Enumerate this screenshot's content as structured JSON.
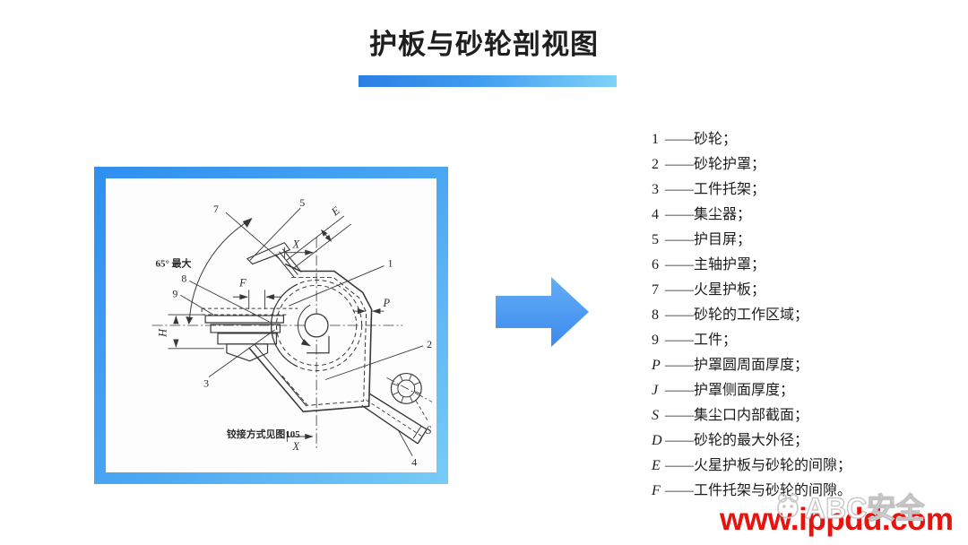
{
  "title": "护板与砂轮剖视图",
  "legend": {
    "items": [
      {
        "key": "1",
        "text": "——砂轮；"
      },
      {
        "key": "2",
        "text": "——砂轮护罩；"
      },
      {
        "key": "3",
        "text": "——工件托架；"
      },
      {
        "key": "4",
        "text": "——集尘器；"
      },
      {
        "key": "5",
        "text": "——护目屏；"
      },
      {
        "key": "6",
        "text": "——主轴护罩；"
      },
      {
        "key": "7",
        "text": "——火星护板；"
      },
      {
        "key": "8",
        "text": "——砂轮的工作区域；"
      },
      {
        "key": "9",
        "text": "——工件；"
      },
      {
        "key": "P",
        "text": "——护罩圆周面厚度；"
      },
      {
        "key": "J",
        "text": "——护罩侧面厚度；"
      },
      {
        "key": "S",
        "text": "——集尘口内部截面；"
      },
      {
        "key": "D",
        "text": "——砂轮的最大外径；"
      },
      {
        "key": "E",
        "text": "——火星护板与砂轮的间隙；"
      },
      {
        "key": "F",
        "text": "——工件托架与砂轮的间隙。"
      }
    ]
  },
  "diagram": {
    "labels": {
      "n1": "1",
      "n2": "2",
      "n3": "3",
      "n4": "4",
      "n5": "5",
      "n7": "7",
      "n8": "8",
      "n9": "9",
      "x_top": "X",
      "x_bottom": "X",
      "dim_e": "E",
      "dim_p": "P",
      "dim_f": "F",
      "dim_h": "H",
      "dim_s": "S",
      "angle_note": "65° 最大",
      "hinge_note": "铰接方式见图105"
    }
  },
  "watermark": {
    "brand": "ABC安全",
    "url": "www.ippdd.com"
  },
  "colors": {
    "frame_blue": "#3b97f0",
    "bar_gradient_left": "#2c7fe4",
    "bar_gradient_right": "#7fd2f9",
    "arrow_blue": "#4496f0",
    "url_red": "#e9130e",
    "line_dark": "#333333"
  }
}
